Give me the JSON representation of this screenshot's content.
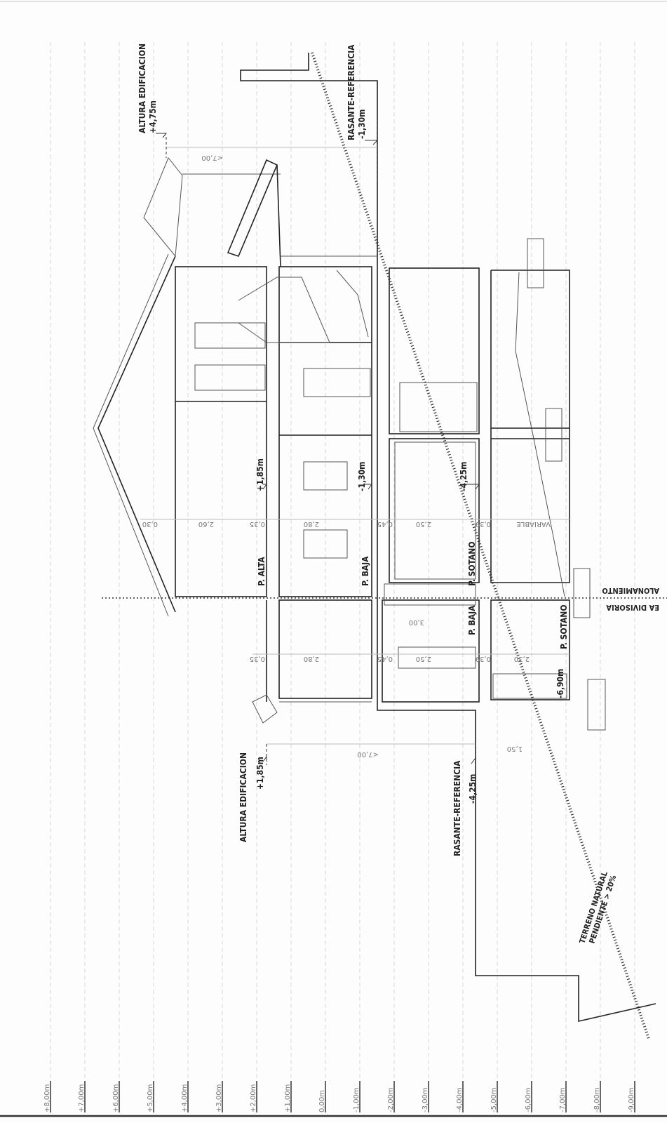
{
  "levels": [
    "+8,00m",
    "+7,00m",
    "+6,00m",
    "+5,00m",
    "+4,00m",
    "+3,00m",
    "+2,00m",
    "+1,00m",
    "0,00m",
    "-1,00m",
    "-2,00m",
    "-3,00m",
    "-4,00m",
    "-5,00m",
    "-6,00m",
    "-7,00m",
    "-8,00m",
    "-9,00m"
  ],
  "annotations": {
    "altura_top": {
      "label": "ALTURA EDIFICACION",
      "value": "+4,75m"
    },
    "rasante_top": {
      "label": "RASANTE-REFERENCIA",
      "value": "-1,30m"
    },
    "altura_bottom": {
      "label": "ALTURA EDIFICACION",
      "value": "+1,85m"
    },
    "rasante_bottom": {
      "label": "RASANTE-REFERENCIA",
      "value": "-4,25m"
    },
    "terreno": {
      "line1": "TERRENO NATURAL",
      "line2": "PENDIENTE > 20%"
    },
    "divisoria": {
      "line1": "ALONAMIENTO",
      "line2": "EA DIVISORIA"
    }
  },
  "floors": {
    "p_alta": "P. ALTA",
    "p_baja": "P. BAJA",
    "p_sotano": "P. SOTANO",
    "p_baja_2": "P. BAJA",
    "p_sotano_2": "P. SOTANO"
  },
  "floor_levels": {
    "alta": "+1,85m",
    "baja": "-1,30m",
    "sotano": "-4,25m",
    "sotano_2": "-6,90m"
  },
  "dimensions": {
    "row1": [
      "0,30",
      "2,60",
      "0,35",
      "2,80",
      "0,45",
      "2,50",
      "0,39",
      "VARIABLE"
    ],
    "row2": [
      "0,35",
      "2,80",
      "0,45",
      "2,50",
      "0,39",
      "2,30"
    ],
    "other": {
      "d300": "3,00",
      "d150": "1,50",
      "d700_top": "<7,00",
      "d700_bottom": "<7,00"
    }
  }
}
